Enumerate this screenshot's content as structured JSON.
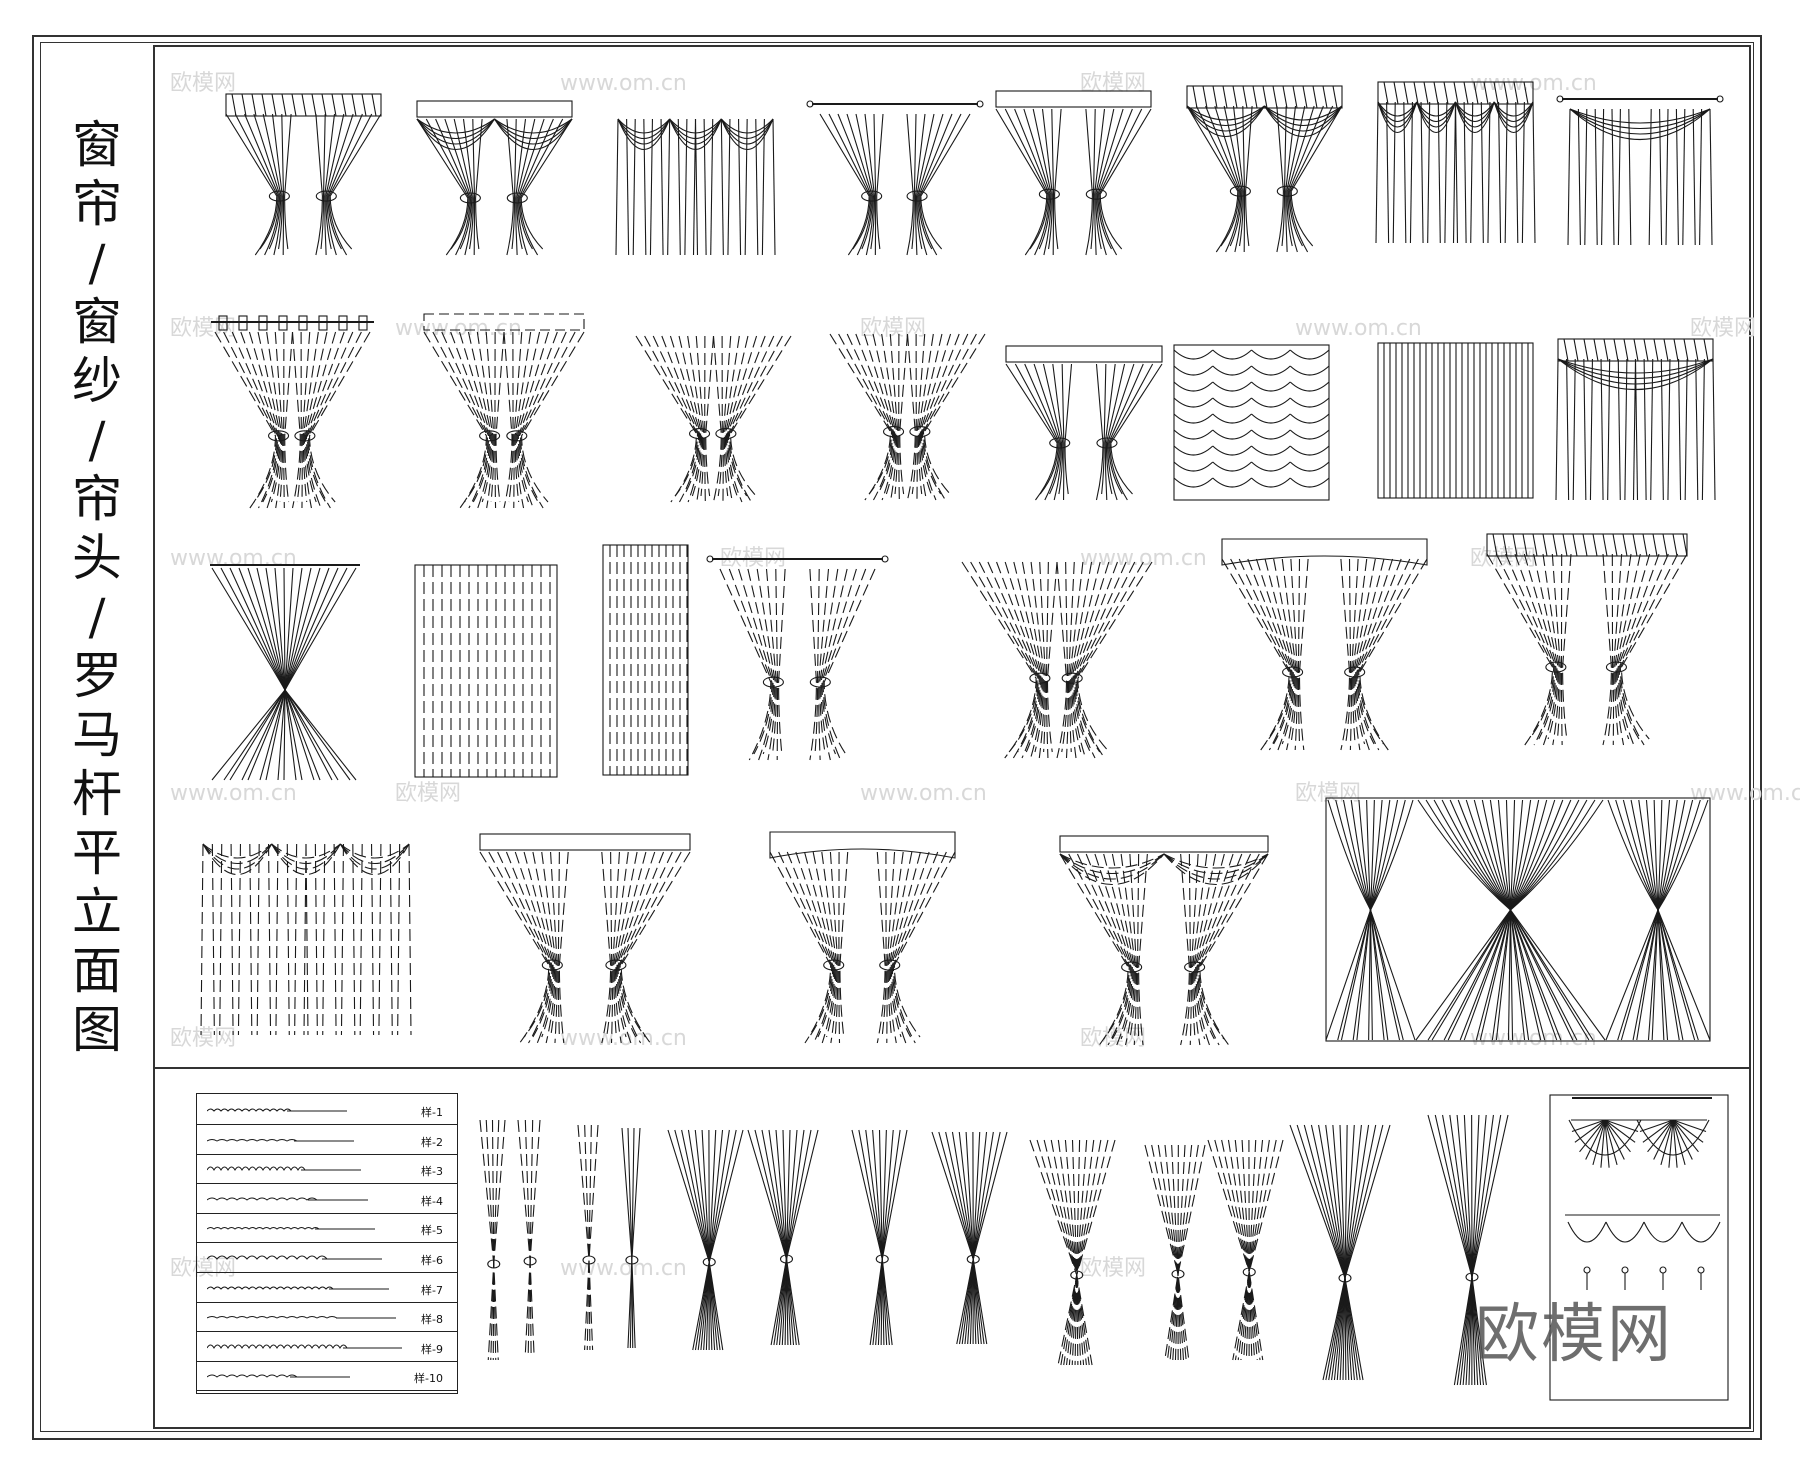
{
  "title": {
    "chars": [
      "窗",
      "帘",
      "/",
      "窗",
      "纱",
      "/",
      "帘",
      "头",
      "/",
      "罗",
      "马",
      "杆",
      "平",
      "立",
      "面",
      "图"
    ]
  },
  "legend": {
    "rows": [
      {
        "code": "样-1",
        "pattern": "tight-wave"
      },
      {
        "code": "样-2",
        "pattern": "wave"
      },
      {
        "code": "样-3",
        "pattern": "loops"
      },
      {
        "code": "样-4",
        "pattern": "short-wave"
      },
      {
        "code": "样-5",
        "pattern": "right-wave"
      },
      {
        "code": "样-6",
        "pattern": "large-loops"
      },
      {
        "code": "样-7",
        "pattern": "double-loops"
      },
      {
        "code": "样-8",
        "pattern": "dense-coil"
      },
      {
        "code": "样-9",
        "pattern": "arrow-loops"
      },
      {
        "code": "样-10",
        "pattern": "double-wave"
      }
    ]
  },
  "watermark": {
    "logo": "欧模网",
    "small_cn": "欧模网",
    "small_url": "www.om.cn"
  },
  "colors": {
    "line": "#1a1a1a",
    "frame": "#333333",
    "watermark": "#d8d8d8"
  }
}
